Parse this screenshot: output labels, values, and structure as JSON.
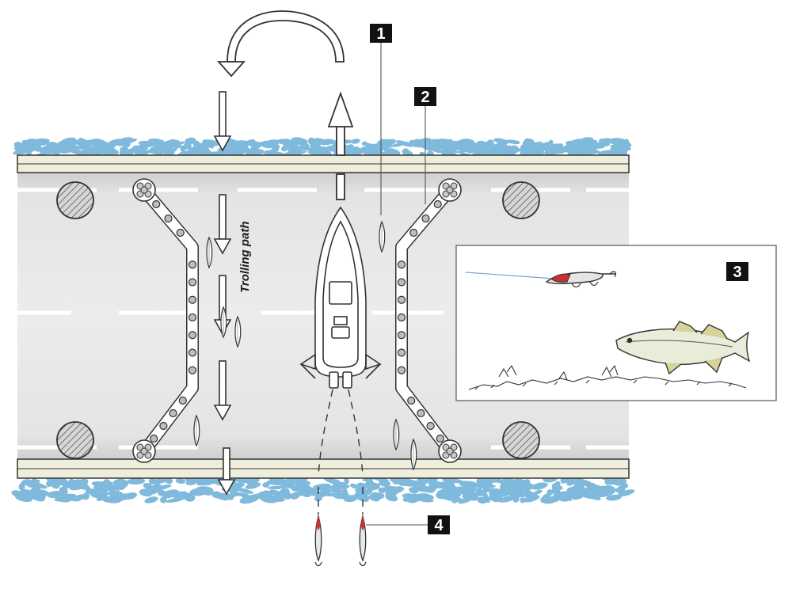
{
  "diagram": {
    "trolling_label": "Trolling path",
    "callouts": [
      "1",
      "2",
      "3",
      "4"
    ]
  },
  "colors": {
    "water": "#7fb9dc",
    "bridge_deck": "#e1e1e1",
    "outline": "#333333",
    "callout_bg": "#111111",
    "lure_red": "#c83232",
    "fish_body": "#e9ecd8"
  }
}
